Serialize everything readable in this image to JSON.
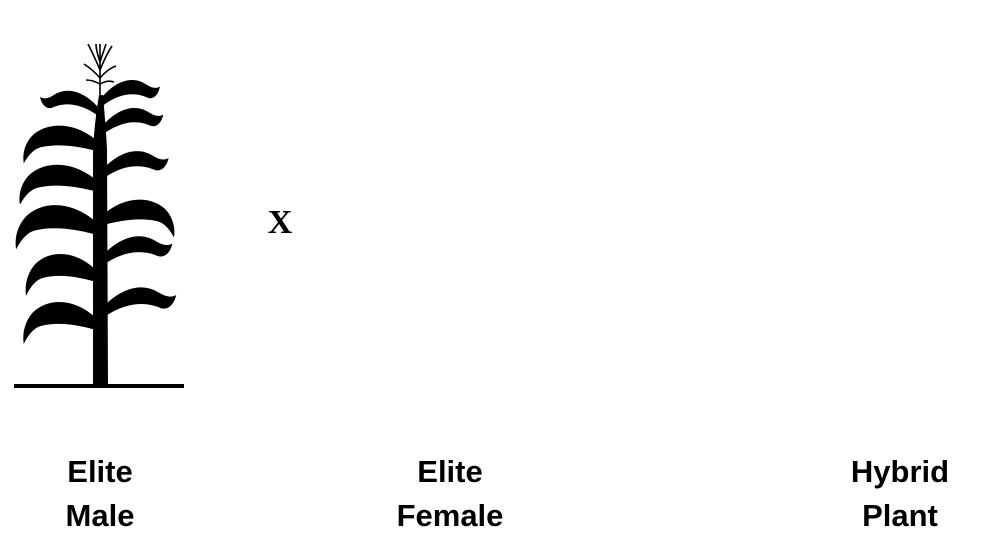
{
  "colors": {
    "ink": "#000000",
    "background": "#ffffff"
  },
  "icons": {
    "plant": "corn-plant-icon",
    "tassel": "tassel-icon",
    "ear": "corn-ear-icon",
    "equals": "equals-icon"
  },
  "operators": {
    "cross": "X"
  },
  "plants": [
    {
      "id": "male",
      "has_tassel": true,
      "has_ear": false,
      "label_line1": "Elite",
      "label_line2": "Male"
    },
    {
      "id": "female",
      "has_tassel": false,
      "has_ear": true,
      "label_line1": "Elite",
      "label_line2": "Female"
    },
    {
      "id": "hybrid",
      "has_tassel": true,
      "has_ear": false,
      "label_line1": "Hybrid",
      "label_line2": "Plant"
    }
  ]
}
